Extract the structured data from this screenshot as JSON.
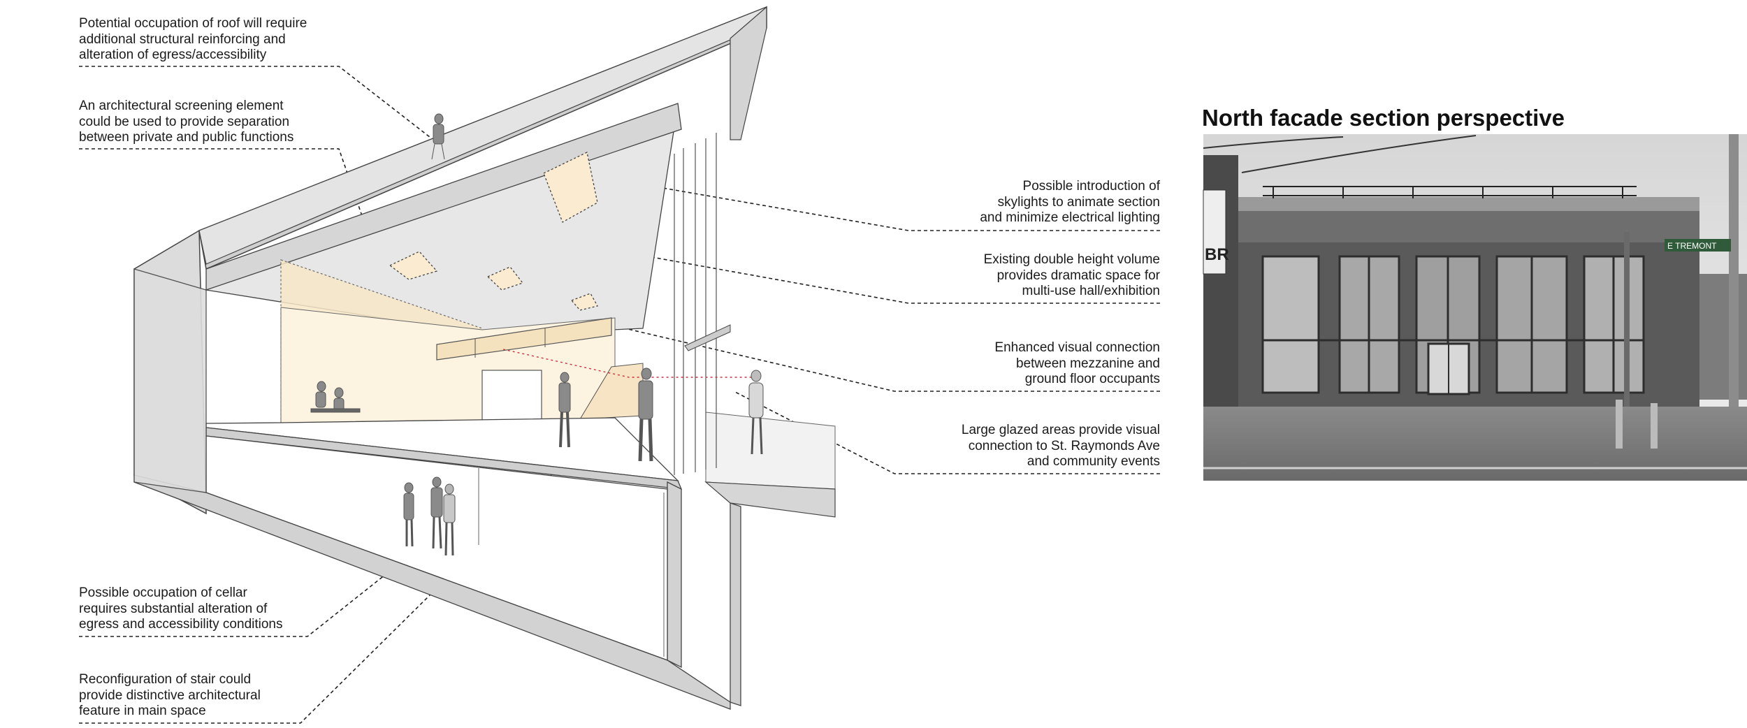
{
  "title": "North facade section perspective",
  "annotations": {
    "roof": "Potential occupation of roof will require\nadditional structural reinforcing and\nalteration of egress/accessibility",
    "screen": "An architectural screening element\ncould be used to provide separation\nbetween private and public functions",
    "cellar": "Possible occupation of cellar\nrequires substantial alteration of\negress and accessibility conditions",
    "stair": "Reconfiguration of stair could\nprovide distinctive architectural\nfeature in main space",
    "skylights": "Possible introduction of\nskylights to animate section\nand minimize electrical lighting",
    "volume": "Existing double height volume\nprovides dramatic space for\nmulti-use hall/exhibition",
    "mezzanine": "Enhanced visual connection\nbetween mezzanine and\nground floor occupants",
    "glazing": "Large glazed areas provide visual\nconnection to St. Raymonds Ave\nand community events"
  },
  "photo": {
    "signs": [
      "BR",
      "E TREMONT"
    ]
  },
  "colors": {
    "wall": "#d9d9d9",
    "ceiling": "#e8e8e8",
    "highlight": "#fbecd1",
    "leader": "#222222",
    "red_sightline": "#cc3344"
  }
}
